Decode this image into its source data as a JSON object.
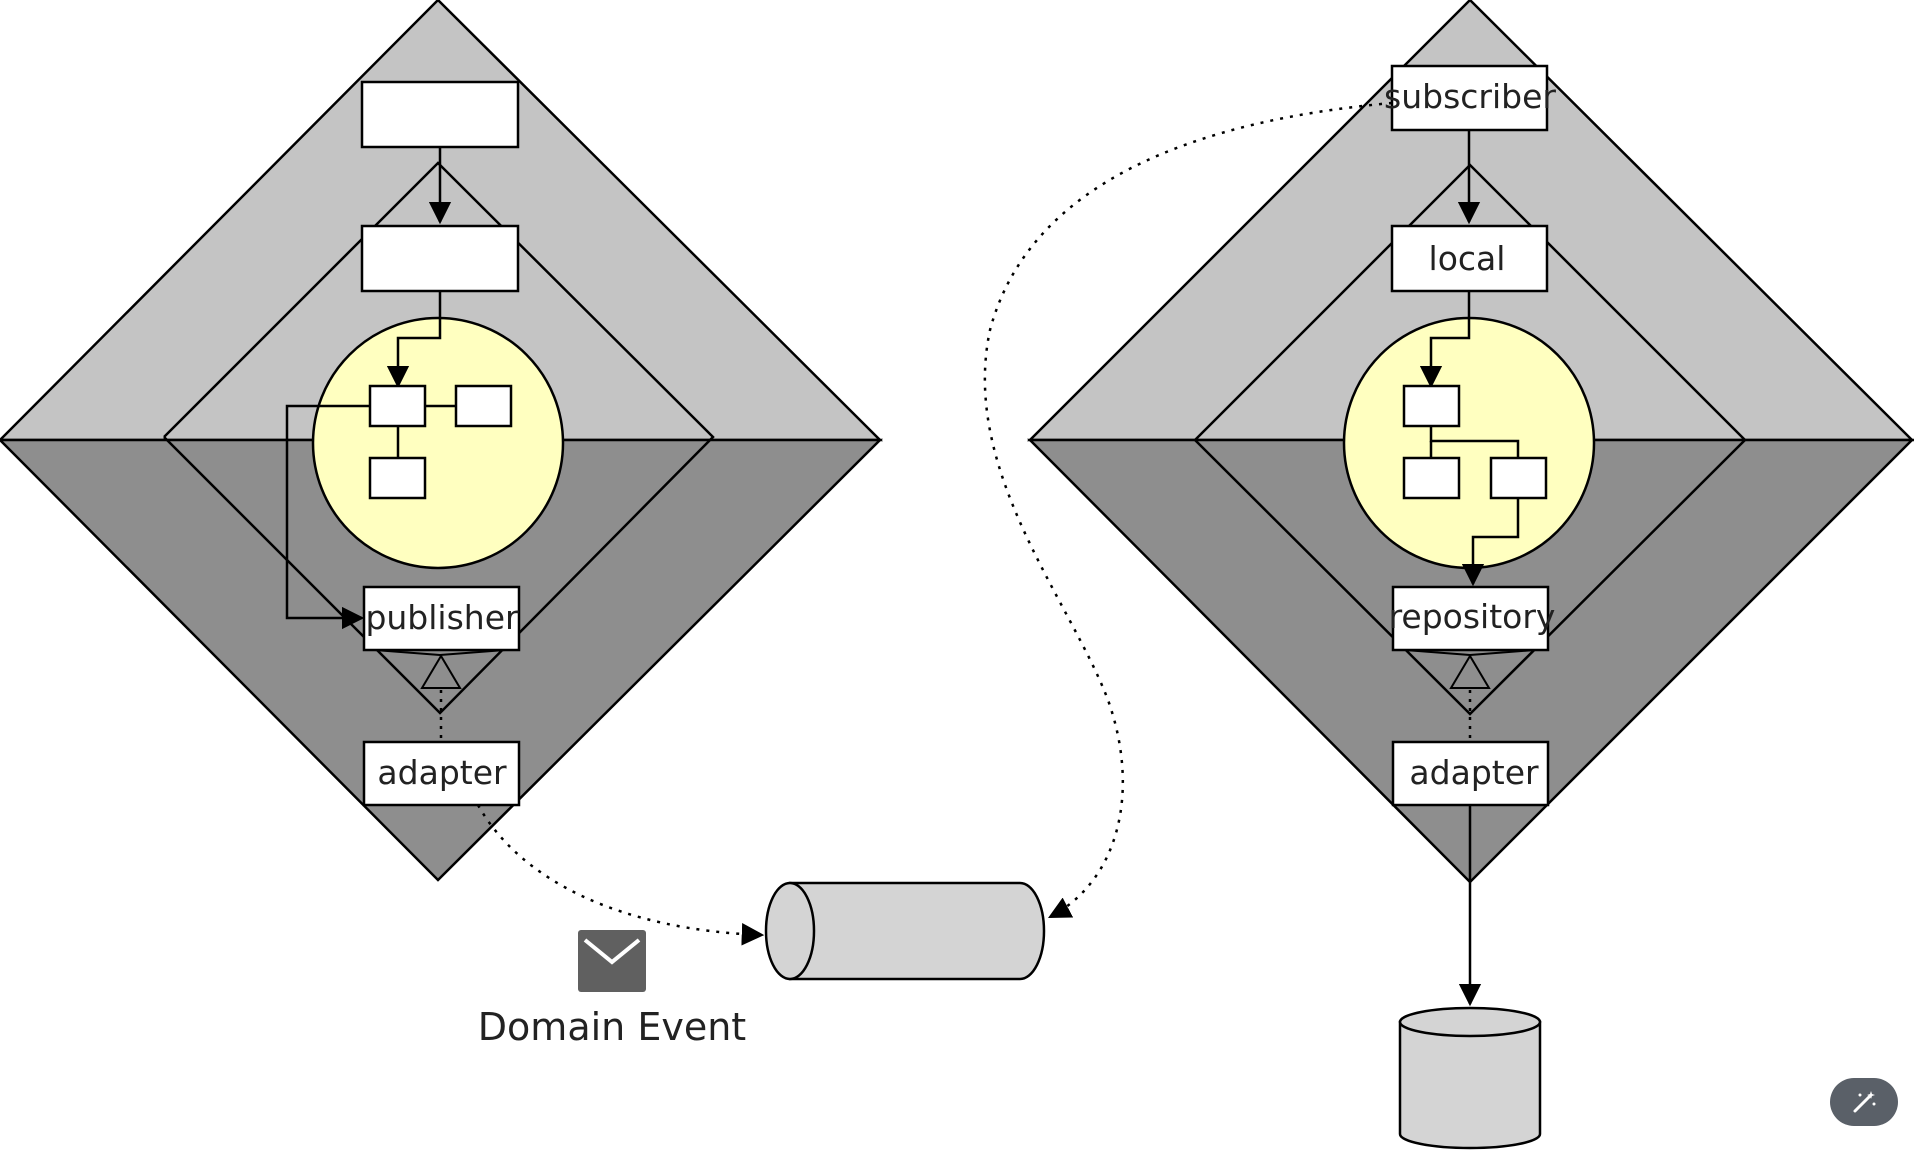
{
  "left_hexagon": {
    "nodes": {
      "top_box": "",
      "second_box": "",
      "publisher": "publisher",
      "adapter": "adapter"
    }
  },
  "right_hexagon": {
    "nodes": {
      "subscriber": "subscriber",
      "local": "local",
      "repository": "repository",
      "adapter": "adapter"
    }
  },
  "message_bus": {
    "icon": "message-queue-cylinder-icon"
  },
  "event": {
    "label": "Domain Event",
    "icon": "envelope-icon"
  },
  "database": {
    "icon": "database-cylinder-icon"
  },
  "toolbar": {
    "magic_button_icon": "magic-wand-icon"
  },
  "colors": {
    "outer_light": "#c4c4c4",
    "outer_dark": "#8e8e8e",
    "domain_core": "#ffffc0",
    "node_fill": "#ffffff",
    "envelope": "#606060",
    "cylinder": "#d4d4d4"
  }
}
